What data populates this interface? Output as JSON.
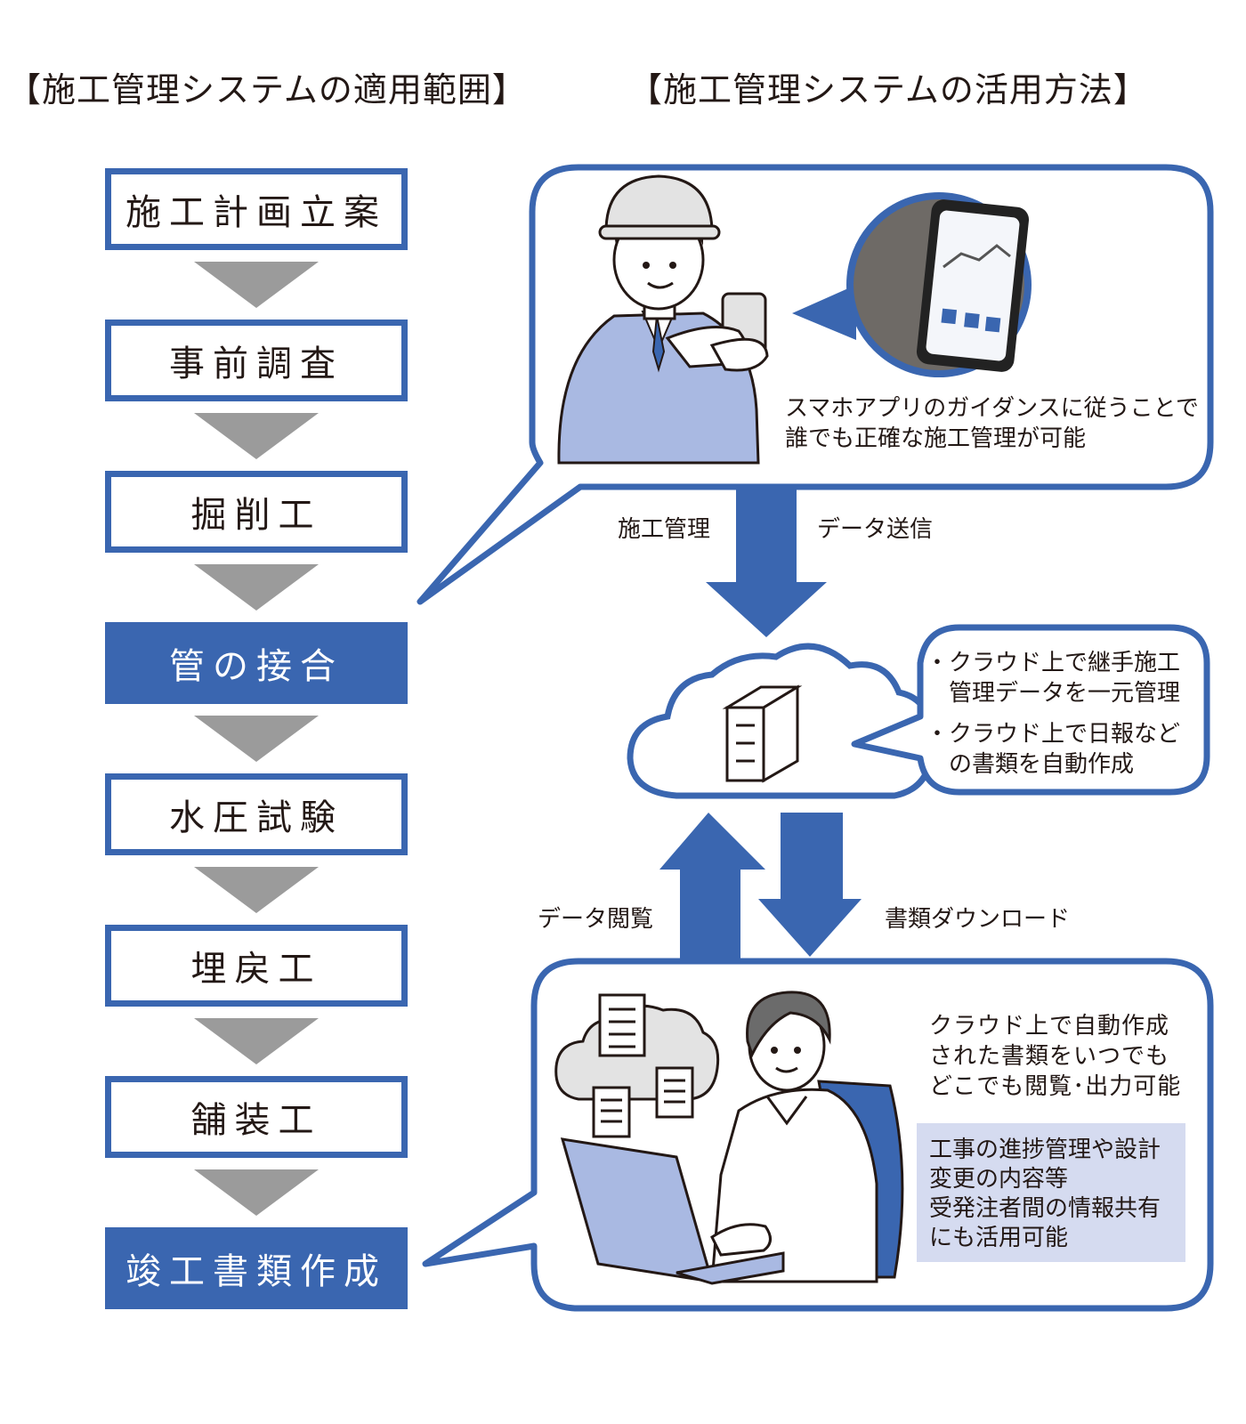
{
  "headings": {
    "left": "【施工管理システムの適用範囲】",
    "right": "【施工管理システムの活用方法】"
  },
  "steps": [
    {
      "label": "施工計画立案",
      "active": false
    },
    {
      "label": "事前調査",
      "active": false
    },
    {
      "label": "掘削工",
      "active": false
    },
    {
      "label": "管の接合",
      "active": true
    },
    {
      "label": "水圧試験",
      "active": false
    },
    {
      "label": "埋戻工",
      "active": false
    },
    {
      "label": "舗装工",
      "active": false
    },
    {
      "label": "竣工書類作成",
      "active": true
    }
  ],
  "top_panel": {
    "caption_lines": [
      "スマホアプリのガイダンスに従うことで",
      "誰でも正確な施工管理が可能"
    ]
  },
  "arrow_labels": {
    "sekou_kanri": "施工管理",
    "data_soushin": "データ送信",
    "data_etsuran": "データ閲覧",
    "shorui_download": "書類ダウンロード"
  },
  "cloud_bubble": {
    "bullets": [
      [
        "・クラウド上で継手施工",
        "　管理データを一元管理"
      ],
      [
        "・クラウド上で日報など",
        "　の書類を自動作成"
      ]
    ]
  },
  "bottom_panel": {
    "caption_lines": [
      "クラウド上で自動作成",
      "された書類をいつでも",
      "どこでも閲覧･出力可能"
    ],
    "note_lines": [
      "工事の進捗管理や設計",
      "変更の内容等",
      "受発注者間の情報共有",
      "にも活用可能"
    ]
  },
  "colors": {
    "primary_blue": "#3a66b0",
    "chevron_gray": "#9b9b9b",
    "note_bg": "#d5dbf0",
    "light_blue": "#a9b9e2"
  },
  "icons": {
    "worker": "worker-with-helmet-and-smartphone",
    "phone": "smartphone-screen-icon",
    "server": "server-icon",
    "cloud": "cloud-icon",
    "office_worker": "office-worker-at-laptop",
    "documents": "document-icon"
  }
}
